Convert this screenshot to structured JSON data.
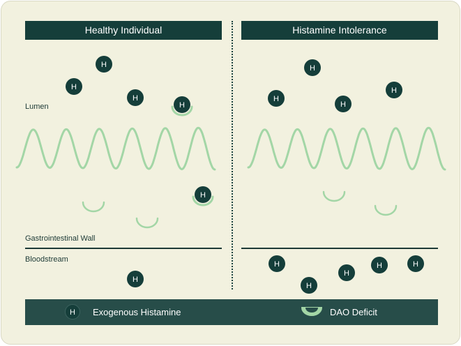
{
  "panels": {
    "left_title": "Healthy Individual",
    "right_title": "Histamine Intolerance"
  },
  "zones": {
    "lumen": "Lumen",
    "wall": "Gastrointestinal Wall",
    "blood": "Bloodstream"
  },
  "molecule_symbol": "H",
  "legend": {
    "histamine_label": "Exogenous Histamine",
    "dao_label": "DAO Deficit"
  },
  "colors": {
    "background": "#f2f1df",
    "header": "#153e3a",
    "molecule": "#153e3a",
    "wave": "#a3d6a6",
    "legend_bg": "#274d49"
  }
}
